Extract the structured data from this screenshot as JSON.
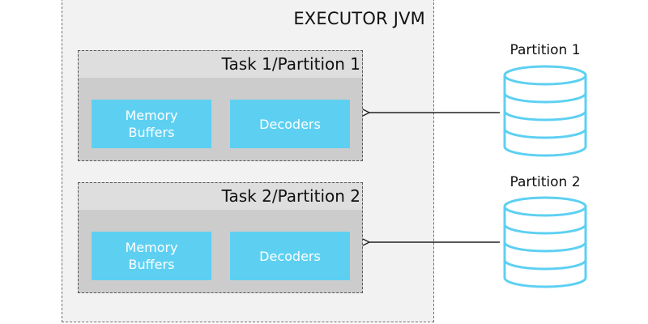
{
  "executor": {
    "title": "EXECUTOR JVM"
  },
  "tasks": [
    {
      "title": "Task 1/Partition 1",
      "memory_label": "Memory\nBuffers",
      "decoders_label": "Decoders"
    },
    {
      "title": "Task 2/Partition 2",
      "memory_label": "Memory\nBuffers",
      "decoders_label": "Decoders"
    }
  ],
  "partitions": [
    {
      "label": "Partition 1"
    },
    {
      "label": "Partition 2"
    }
  ],
  "colors": {
    "block_fill": "#5dd0f2",
    "database_stroke": "#5dd0f2",
    "arrow": "#222222",
    "jvm_background": "#f2f2f2",
    "task_background": "#cccccc"
  }
}
